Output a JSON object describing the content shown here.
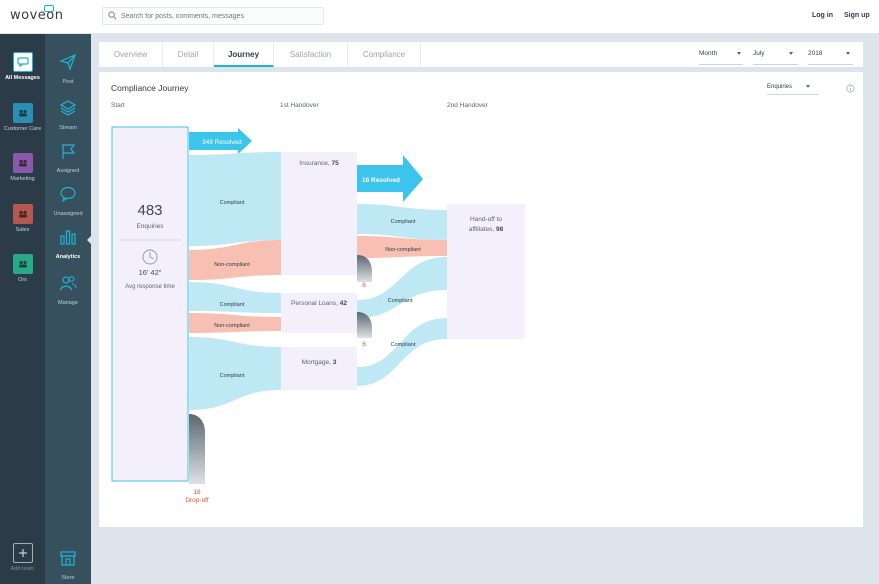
{
  "app": {
    "logo": "woveon"
  },
  "search": {
    "placeholder": "Search for posts, comments, messages"
  },
  "auth": {
    "login": "Log in",
    "signup": "Sign up"
  },
  "teams": [
    {
      "label": "All Messages",
      "color": "#ffffff",
      "active": true
    },
    {
      "label": "Customer Care",
      "color": "#2a8fb0"
    },
    {
      "label": "Marketing",
      "color": "#8a5aa8"
    },
    {
      "label": "Sales",
      "color": "#b25a50"
    },
    {
      "label": "Ors",
      "color": "#2aa88a"
    }
  ],
  "add_team": "Add team",
  "nav": [
    {
      "label": "Post",
      "icon": "send-icon"
    },
    {
      "label": "Stream",
      "icon": "stack-icon"
    },
    {
      "label": "Assigned",
      "icon": "flag-icon"
    },
    {
      "label": "Unassigned",
      "icon": "chat-bubble-icon"
    },
    {
      "label": "Analytics",
      "icon": "bar-chart-icon",
      "active": true
    },
    {
      "label": "Manage",
      "icon": "users-icon"
    }
  ],
  "store": "Store",
  "tabs": [
    "Overview",
    "Detail",
    "Journey",
    "Satisfaction",
    "Compliance"
  ],
  "active_tab": "Journey",
  "filters": {
    "period": "Month",
    "month": "July",
    "year": "2018"
  },
  "panel": {
    "title": "Compliance Journey",
    "columns": [
      "Start",
      "1st Handover",
      "2nd Handover"
    ],
    "metric": "Enquiries"
  },
  "chart_data": {
    "type": "sankey",
    "start": {
      "value": "483",
      "label": "Enquiries",
      "time": "16' 42\"",
      "time_label": "Avg response time"
    },
    "nodes": [
      {
        "id": "insurance",
        "label": "Insurance, ",
        "value": "75"
      },
      {
        "id": "loans",
        "label": "Personal Loans, ",
        "value": "42"
      },
      {
        "id": "mortgage",
        "label": "Mortgage, ",
        "value": "3"
      },
      {
        "id": "affiliates",
        "label": "Hand-off to",
        "label2": "affiliates, ",
        "value": "98"
      }
    ],
    "resolved": [
      {
        "from": "start",
        "value": "349 Resolved"
      },
      {
        "from": "insurance",
        "value": "18 Resolved"
      }
    ],
    "links": [
      {
        "from": "start",
        "to": "insurance",
        "label": "Compliant"
      },
      {
        "from": "start",
        "to": "insurance",
        "label": "Non-compliant"
      },
      {
        "from": "start",
        "to": "loans",
        "label": "Compliant"
      },
      {
        "from": "start",
        "to": "loans",
        "label": "Non-compliant"
      },
      {
        "from": "start",
        "to": "mortgage",
        "label": "Compliant"
      },
      {
        "from": "insurance",
        "to": "affiliates",
        "label": "Compliant"
      },
      {
        "from": "insurance",
        "to": "affiliates",
        "label": "Non-compliant"
      },
      {
        "from": "loans",
        "to": "affiliates",
        "label": "Compliant"
      },
      {
        "from": "mortgage",
        "to": "affiliates",
        "label": "Compliant"
      }
    ],
    "dropoffs": [
      {
        "from": "insurance",
        "value": "8"
      },
      {
        "from": "loans",
        "value": "6"
      },
      {
        "from": "start",
        "value": "18",
        "label": "Drop-off"
      }
    ]
  },
  "colors": {
    "accent": "#1fb3d6",
    "compliant": "#bfe8f5",
    "noncompliant": "#f7c0b3",
    "node": "#f3f0fb",
    "dropoff": "#e8512e"
  }
}
